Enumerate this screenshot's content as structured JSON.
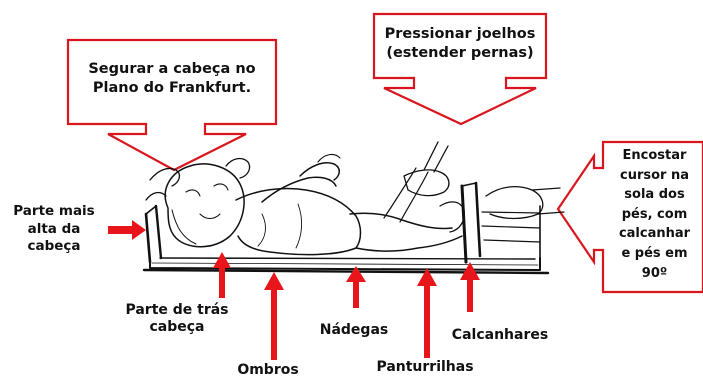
{
  "callouts": {
    "head": {
      "lines": [
        "Segurar a cabeça no",
        "Plano do Frankfurt."
      ]
    },
    "knees": {
      "lines": [
        "Pressionar joelhos",
        "(estender pernas)"
      ]
    },
    "feet": {
      "lines": [
        "Encostar",
        "cursor na",
        "sola dos",
        "pés, com",
        "calcanhar",
        "e pés em",
        "90º"
      ]
    }
  },
  "labels": {
    "top_of_head": {
      "lines": [
        "Parte mais",
        "alta da",
        "cabeça"
      ]
    },
    "back_of_head": {
      "lines": [
        "Parte de trás",
        "cabeça"
      ]
    },
    "shoulders": {
      "lines": [
        "Ombros"
      ]
    },
    "buttocks": {
      "lines": [
        "Nádegas"
      ]
    },
    "calves": {
      "lines": [
        "Panturrilhas"
      ]
    },
    "heels": {
      "lines": [
        "Calcanhares"
      ]
    }
  },
  "colors": {
    "arrow": "#e8151b",
    "callout_border": "#d9161d",
    "ink": "#111111"
  }
}
